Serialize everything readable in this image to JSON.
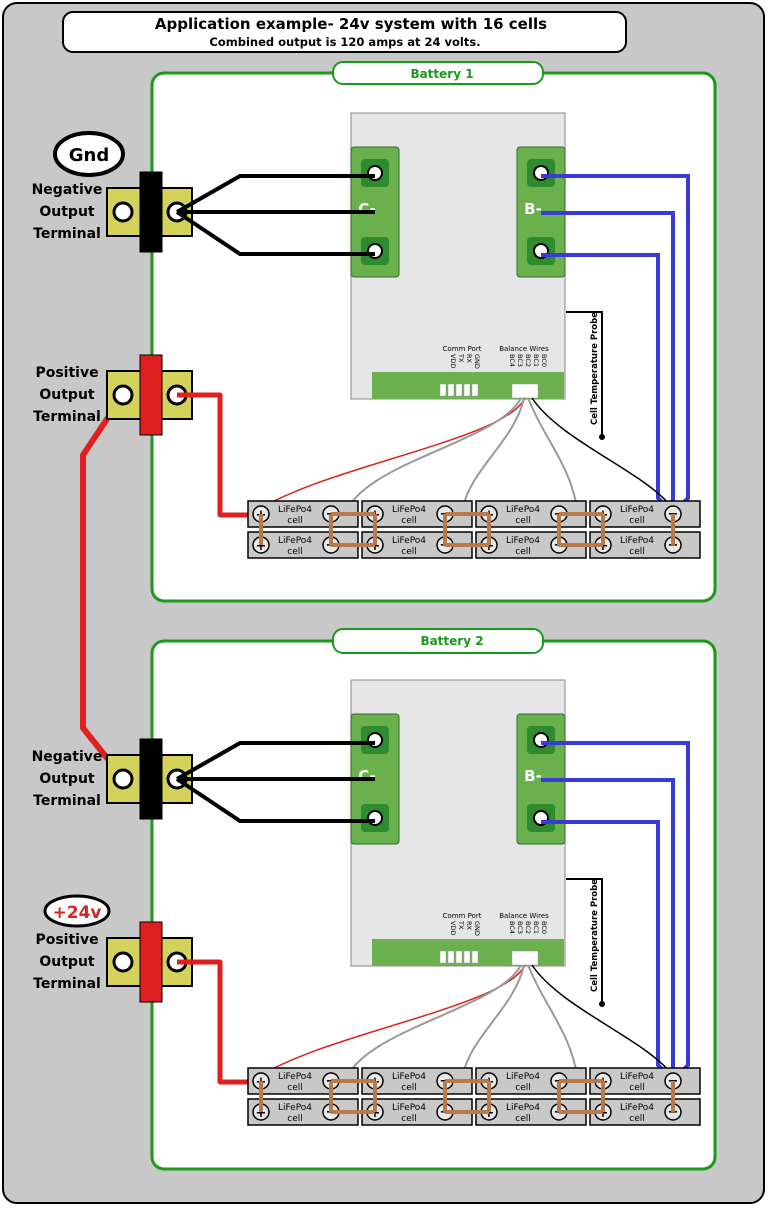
{
  "header": {
    "title": "Application example- 24v system with 16 cells",
    "subtitle": "Combined output is 120 amps at 24 volts."
  },
  "battery1": {
    "label": "Battery 1",
    "gnd_badge": "Gnd",
    "negative_terminal": [
      "Negative",
      "Output",
      "Terminal"
    ],
    "positive_terminal": [
      "Positive",
      "Output",
      "Terminal"
    ]
  },
  "battery2": {
    "label": "Battery 2",
    "plus_badge": "+24v",
    "negative_terminal": [
      "Negative",
      "Output",
      "Terminal"
    ],
    "positive_terminal": [
      "Positive",
      "Output",
      "Terminal"
    ]
  },
  "bms": {
    "c_label": "C-",
    "b_label": "B-",
    "comm_port_title": "Comm Port",
    "comm_port_pins": [
      "GND",
      "RX",
      "TX",
      "VDD"
    ],
    "balance_title": "Balance Wires",
    "balance_pins": [
      "BC0",
      "BC1",
      "BC2",
      "BC3",
      "BC4"
    ],
    "temp_probe": "Cell Temperature Probe"
  },
  "cell": {
    "line1": "LiFePo4",
    "line2": "cell",
    "plus": "+",
    "minus": "−"
  },
  "colors": {
    "frame_border": "#1a9a1a",
    "pad_green": "#6ab04c",
    "terminal_yellow": "#d4d25a",
    "wire_red": "#e02020",
    "wire_blue": "#3a3ad8",
    "wire_black": "#000000",
    "wire_gray": "#9a9a9a",
    "bus_bar": "#b87a4a",
    "cell_gray": "#c8c8c8",
    "badge_red": "#e02020"
  }
}
